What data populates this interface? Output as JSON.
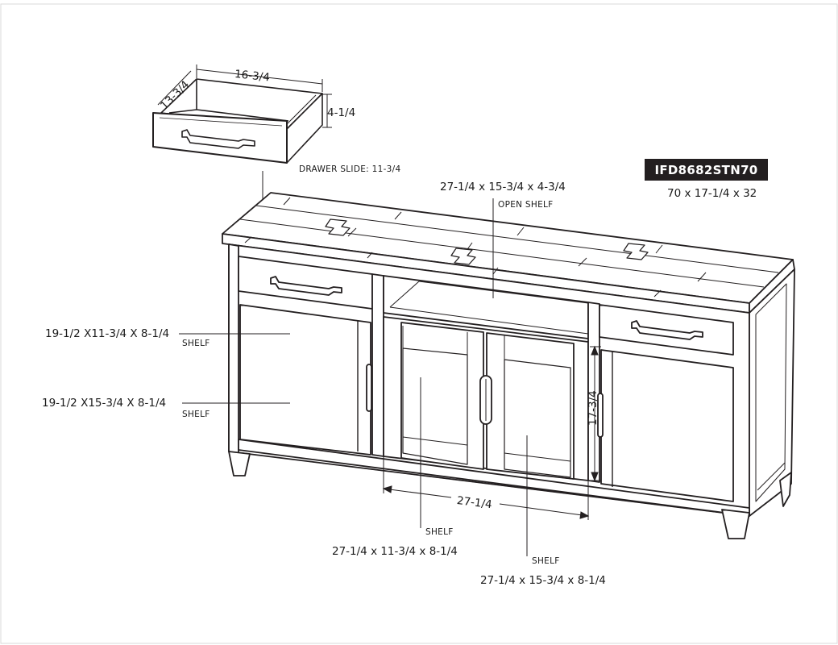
{
  "model": {
    "code": "IFD8682STN70",
    "overall_dims": "70 x 17-1/4 x 32"
  },
  "drawer": {
    "width": "16-3/4",
    "depth": "13-3/4",
    "height": "4-1/4",
    "slide_label": "DRAWER SLIDE: 11-3/4"
  },
  "open_shelf": {
    "dims": "27-1/4 x 15-3/4 x 4-3/4",
    "label": "OPEN SHELF"
  },
  "left_upper_shelf": {
    "dims": "19-1/2 X11-3/4 X 8-1/4",
    "label": "SHELF"
  },
  "left_lower_shelf": {
    "dims": "19-1/2 X15-3/4 X 8-1/4",
    "label": "SHELF"
  },
  "center_height": "17-3/4",
  "center_width": "27-1/4",
  "center_left_shelf": {
    "label": "SHELF",
    "dims": "27-1/4 x 11-3/4 x 8-1/4"
  },
  "center_right_shelf": {
    "label": "SHELF",
    "dims": "27-1/4 x 15-3/4 x 8-1/4"
  }
}
